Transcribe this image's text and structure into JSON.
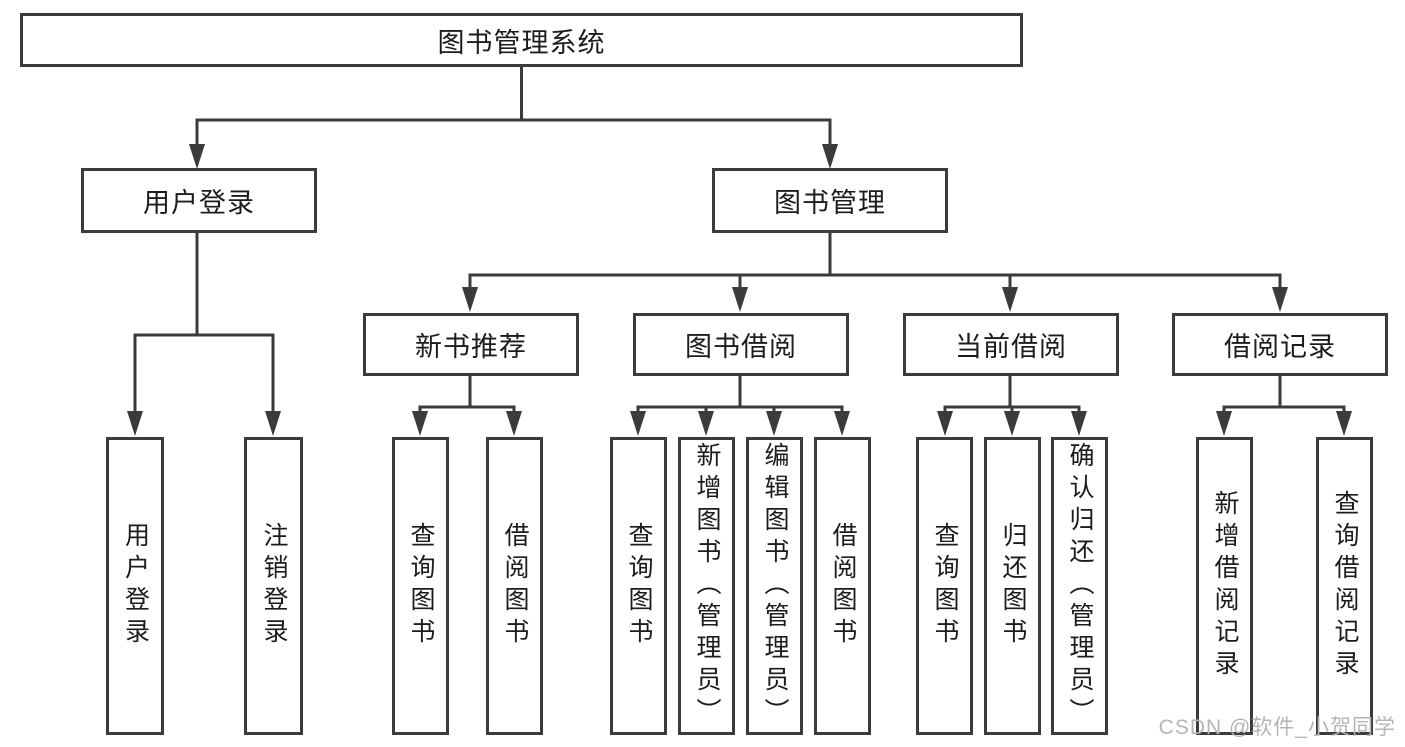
{
  "tree": {
    "root": {
      "label": "图书管理系统"
    },
    "children": [
      {
        "label": "用户登录",
        "children": [
          {
            "label": "用户登录"
          },
          {
            "label": "注销登录"
          }
        ]
      },
      {
        "label": "图书管理",
        "children": [
          {
            "label": "新书推荐",
            "children": [
              {
                "label": "查询图书"
              },
              {
                "label": "借阅图书"
              }
            ]
          },
          {
            "label": "图书借阅",
            "children": [
              {
                "label": "查询图书"
              },
              {
                "label": "新增图书（管理员）"
              },
              {
                "label": "编辑图书（管理员）"
              },
              {
                "label": "借阅图书"
              }
            ]
          },
          {
            "label": "当前借阅",
            "children": [
              {
                "label": "查询图书"
              },
              {
                "label": "归还图书"
              },
              {
                "label": "确认归还（管理员）"
              }
            ]
          },
          {
            "label": "借阅记录",
            "children": [
              {
                "label": "新增借阅记录"
              },
              {
                "label": "查询借阅记录"
              }
            ]
          }
        ]
      }
    ]
  },
  "watermark": {
    "text": "CSDN @软件_小贺同学"
  },
  "colors": {
    "line": "#3b3b3b",
    "box_border": "#3b3b3b",
    "text": "#1c1c1c",
    "background": "#ffffff",
    "watermark": "#b5b5b5"
  }
}
